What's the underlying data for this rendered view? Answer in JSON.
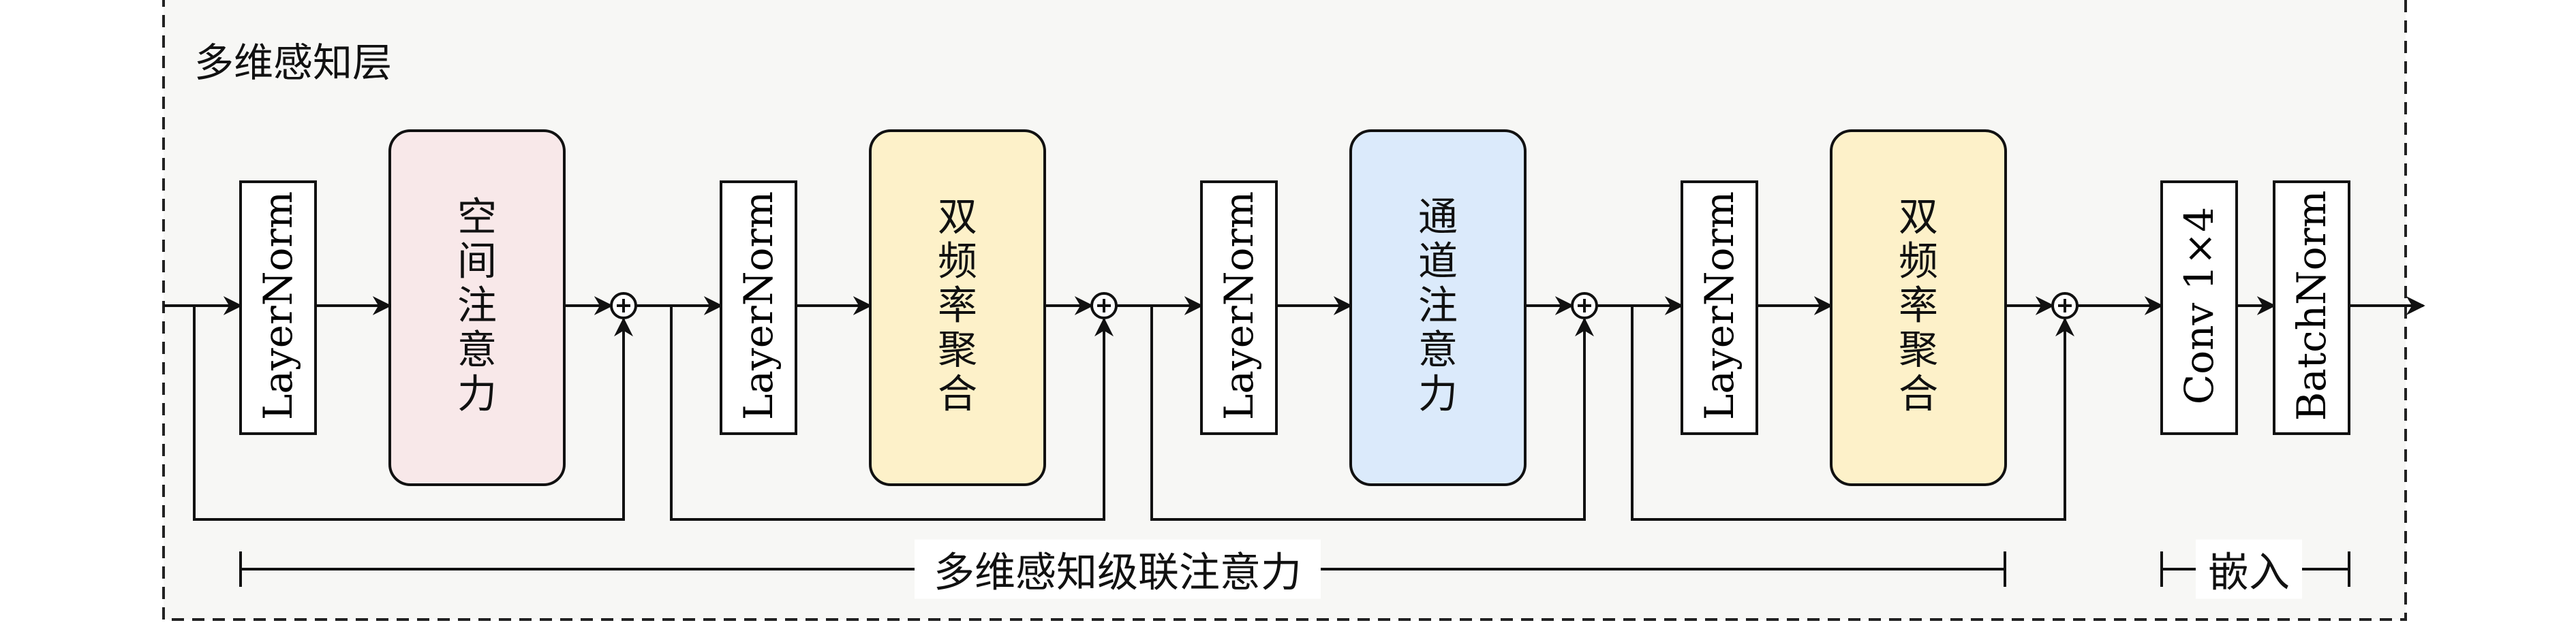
{
  "diagram": {
    "title": "多维感知层",
    "blocks": [
      {
        "norm": "LayerNorm",
        "module": "空间注意力",
        "color": "#f8e8e9"
      },
      {
        "norm": "LayerNorm",
        "module": "双频率聚合",
        "color": "#fdf1c9"
      },
      {
        "norm": "LayerNorm",
        "module": "通道注意力",
        "color": "#dbeafb"
      },
      {
        "norm": "LayerNorm",
        "module": "双频率聚合",
        "color": "#fdf1c9"
      }
    ],
    "conv_label": "Conv 1×4",
    "batchnorm_label": "BatchNorm",
    "cascade_label": "多维感知级联注意力",
    "embed_label": "嵌入",
    "panel_color": "#f7f7f5"
  }
}
